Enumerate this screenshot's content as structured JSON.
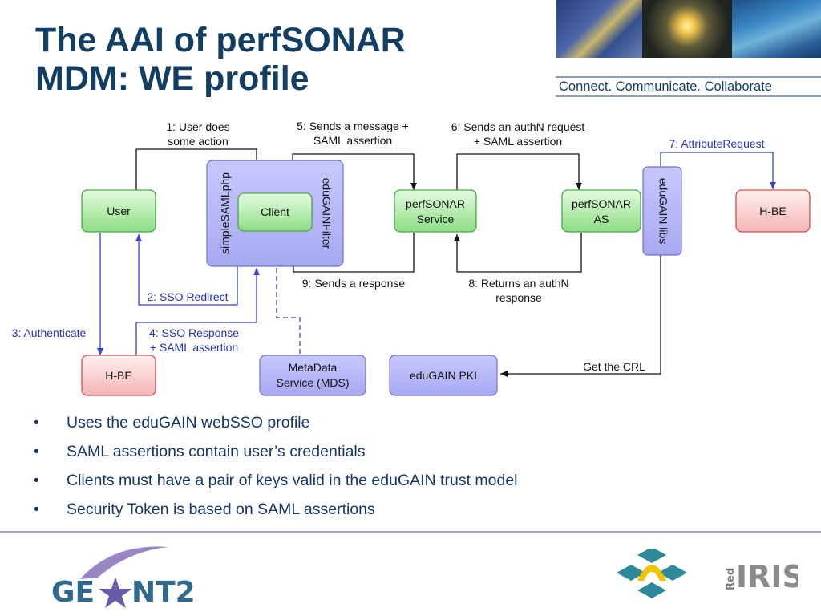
{
  "slide": {
    "title_line1": "The AAI of perfSONAR",
    "title_line2": "MDM: WE profile",
    "tagline": "Connect. Communicate. Collaborate"
  },
  "diagram": {
    "boxes": {
      "user": "User",
      "client": "Client",
      "simplesaml": "simpleSAMLphp",
      "edugainfilter": "eduGAINFilter",
      "perfsonar_service_1": "perfSONAR",
      "perfsonar_service_2": "Service",
      "perfsonar_as_1": "perfSONAR",
      "perfsonar_as_2": "AS",
      "edugain_libs": "eduGAIN libs",
      "hbe_right": "H-BE",
      "hbe_left": "H-BE",
      "mds_1": "MetaData",
      "mds_2": "Service (MDS)",
      "pki": "eduGAIN PKI"
    },
    "labels": {
      "step1_a": "1: User does",
      "step1_b": "some action",
      "step5_a": "5: Sends a message +",
      "step5_b": "SAML assertion",
      "step6_a": "6: Sends an authN request",
      "step6_b": "+ SAML assertion",
      "step7": "7: AttributeRequest",
      "step9": "9: Sends a response",
      "step8_a": "8: Returns an authN",
      "step8_b": "response",
      "step2": "2: SSO Redirect",
      "step3": "3: Authenticate",
      "step4_a": "4: SSO Response",
      "step4_b": "+ SAML assertion",
      "crl": "Get the CRL"
    }
  },
  "bullets": [
    "Uses the eduGAIN webSSO profile",
    "SAML assertions contain user’s credentials",
    "Clients must have a pair of keys valid in the eduGAIN trust model",
    "Security Token is based on SAML assertions"
  ],
  "logos": {
    "geant_text": "GE",
    "geant_text2": "NT2",
    "rediris_text": "IRIS",
    "rediris_small": "Red"
  },
  "colors": {
    "title": "#123e63",
    "green_box": "#a8e8a0",
    "red_box": "#f8c8c8",
    "purple_box": "#b4b4f8",
    "blue_line": "#3344cc"
  }
}
